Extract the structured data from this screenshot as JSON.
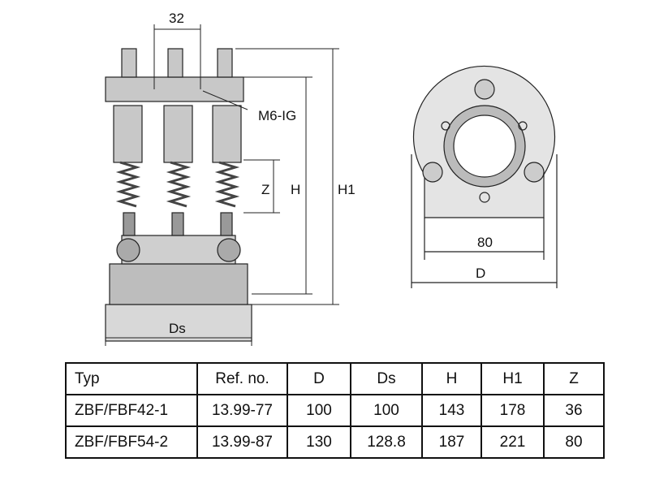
{
  "drawing": {
    "dim_32": "32",
    "thread": "M6-IG",
    "dim_z": "Z",
    "dim_h": "H",
    "dim_h1": "H1",
    "dim_ds": "Ds",
    "dim_80": "80",
    "dim_d": "D"
  },
  "table": {
    "headers": [
      "Typ",
      "Ref. no.",
      "D",
      "Ds",
      "H",
      "H1",
      "Z"
    ],
    "rows": [
      [
        "ZBF/FBF42-1",
        "13.99-77",
        "100",
        "100",
        "143",
        "178",
        "36"
      ],
      [
        "ZBF/FBF54-2",
        "13.99-87",
        "130",
        "128.8",
        "187",
        "221",
        "80"
      ]
    ]
  }
}
